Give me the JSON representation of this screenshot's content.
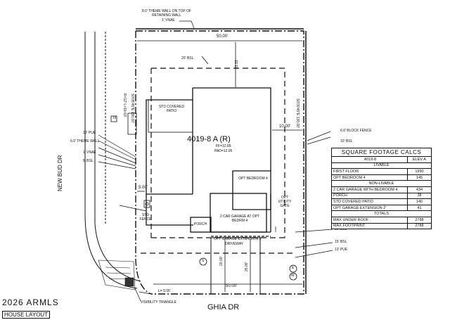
{
  "title": {
    "plan_name": "4019-8 A (R)",
    "ff": "FF=12.89",
    "pad": "PAD=12.05"
  },
  "rooms": {
    "std_patio": "STD COVERED PATIO",
    "opt_bedroom": "OPT BEDROOM 4",
    "garage": "2 CAR GARAGE AT OPT BEDRM 4",
    "porch": "PORCH",
    "opt_utility_gate": "OPT UTILITY GATE",
    "std_fence": "STD FENCE",
    "opt_garage_ext": "OPT GARAGE EXTENSION 2'",
    "driveway": "DRIVEWAY",
    "lot_mark": "III"
  },
  "callouts": {
    "theme_wall_top": "8.0' THEME WALL ON TOP OF RETAINING WALL",
    "vnae_top": "1' VNAE",
    "bsl_20_top": "20' BSL",
    "block_fence": "6.0' BLOCK FENCE",
    "bsl_10_right": "10' BSL",
    "bsl_20_bottom": "20' BSL",
    "bsl_15_bottom": "15' BSL",
    "pue_13": "13' PUE",
    "pue_left": "13' PUE",
    "theme_wall_left": "6.0' THEME WALL",
    "vnae_left": "1' VNAE",
    "bsl_5_left": "5' BSL",
    "visibility_triangle": "VISIBILITY TRIANGLE",
    "l_dim": "L= 5.05'"
  },
  "dimensions": {
    "top_width": "50.00'",
    "bottom_width": "50.00'",
    "rear_setback": "23.33'",
    "right_offset": "10.00'",
    "left_offset": "5.00'",
    "front_setback_a": "20.00'",
    "front_setback_b": "25.00'",
    "right_bearing": "S0'00'45\"E 130.00'",
    "left_bearing": "S0'05'45\"E 130.00'",
    "left_radius": "R=12' L=19.63'"
  },
  "streets": {
    "left": "NEW BUD DR",
    "bottom": "GHIA DR"
  },
  "table": {
    "title": "SQUARE FOOTAGE CALCS",
    "header": [
      "4019-8",
      "ELEV A"
    ],
    "livable_label": "LIVABLE",
    "nonlivable_label": "NON-LIVABLE",
    "totals_label": "TOTALS",
    "livable": [
      {
        "label": "FIRST FLOOR",
        "value": "1990"
      },
      {
        "label": "OPT BEDROOM 4",
        "value": "145"
      }
    ],
    "nonlivable": [
      {
        "label": "2 CAR GARAGE WITH BEDROOM 4",
        "value": "434"
      },
      {
        "label": "PORCH",
        "value": "38"
      },
      {
        "label": "STD COVERED PATIO",
        "value": "140"
      },
      {
        "label": "OPT GARAGE EXTENSION 2'",
        "value": "41"
      }
    ],
    "totals": [
      {
        "label": "MAX UNDER ROOF",
        "value": "2788"
      },
      {
        "label": "MAX FOOTPRINT",
        "value": "2788"
      }
    ]
  },
  "footer": {
    "brand": "2026 ARMLS",
    "layout": "HOUSE LAYOUT"
  },
  "symbols": {
    "e_marker": "E",
    "w_marker": "W",
    "s_marker": "S"
  }
}
